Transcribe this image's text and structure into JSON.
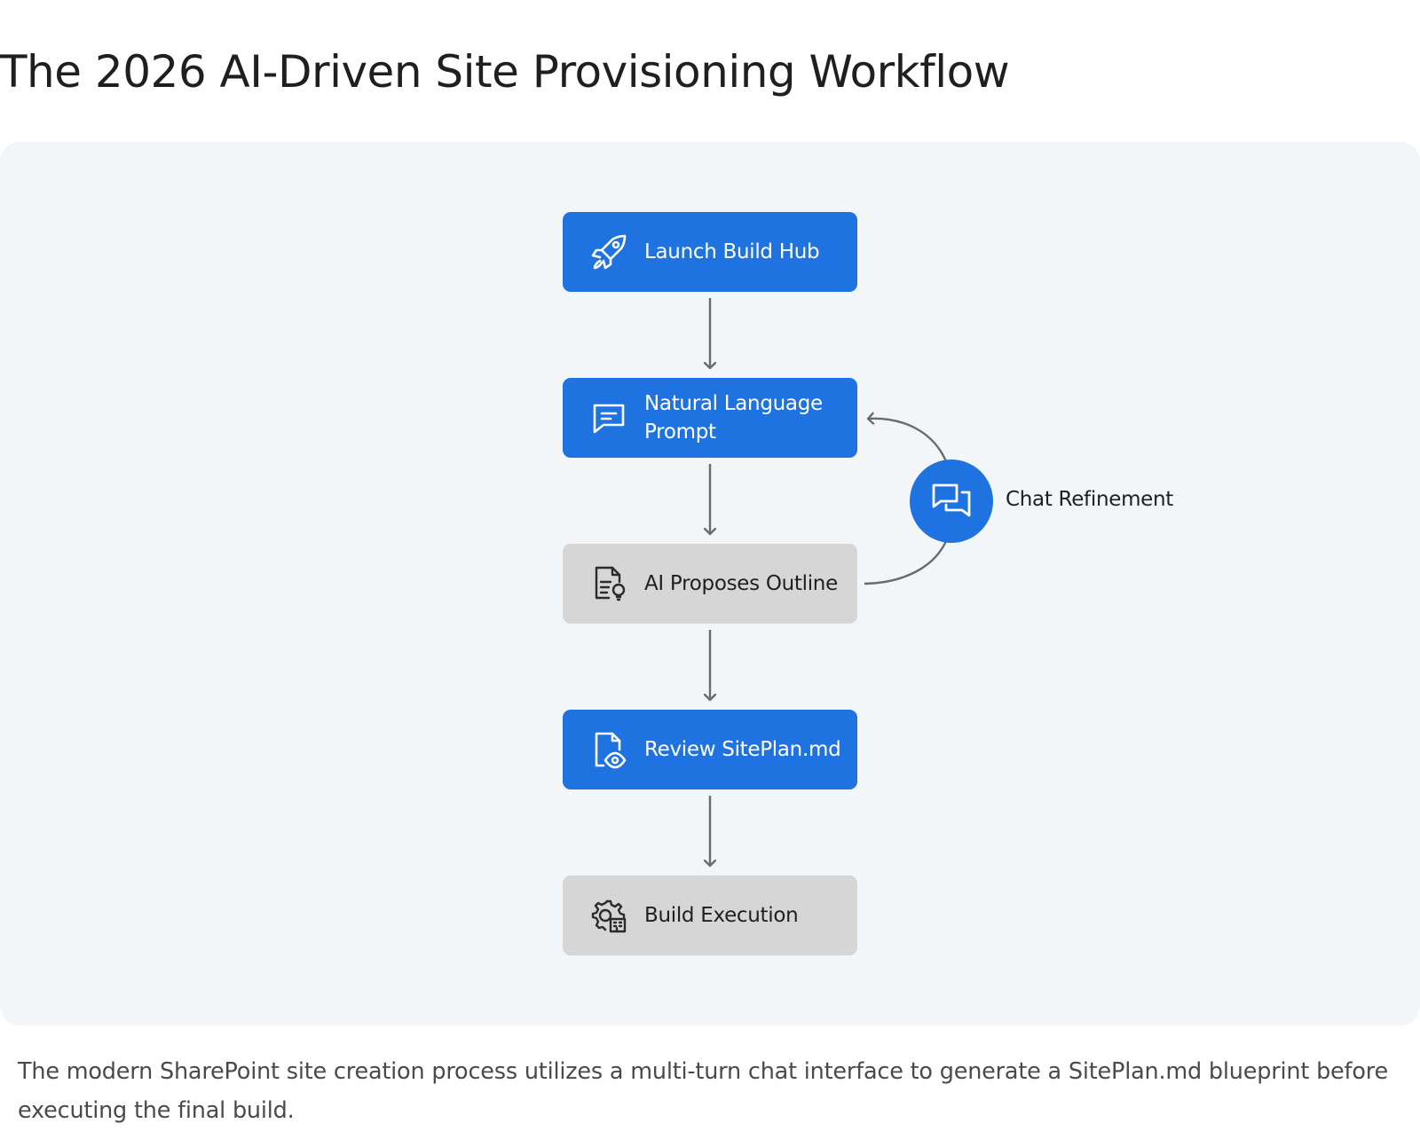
{
  "title": "The 2026 AI-Driven Site Provisioning Workflow",
  "caption": "The modern SharePoint site creation process utilizes a multi-turn chat interface to generate a SitePlan.md blueprint before executing the final build.",
  "colors": {
    "accent_blue": "#1f73e0",
    "neutral_gray": "#d6d6d6",
    "panel_background": "#f2f6f9",
    "connector": "#6b6b6b"
  },
  "diagram": {
    "nodes": [
      {
        "id": "launch",
        "label": "Launch Build Hub",
        "style": "blue",
        "icon": "rocket-icon"
      },
      {
        "id": "prompt",
        "label": "Natural Language\nPrompt",
        "style": "blue",
        "icon": "message-square-icon"
      },
      {
        "id": "outline",
        "label": "AI Proposes Outline",
        "style": "gray",
        "icon": "document-lightbulb-icon"
      },
      {
        "id": "review",
        "label": "Review SitePlan.md",
        "style": "blue",
        "icon": "document-eye-icon"
      },
      {
        "id": "build",
        "label": "Build Execution",
        "style": "gray",
        "icon": "gear-building-icon"
      }
    ],
    "edges": [
      {
        "from": "launch",
        "to": "prompt"
      },
      {
        "from": "prompt",
        "to": "outline"
      },
      {
        "from": "outline",
        "to": "review"
      },
      {
        "from": "review",
        "to": "build"
      },
      {
        "from": "outline",
        "to": "prompt",
        "via": "chat_refinement"
      }
    ],
    "loop": {
      "label": "Chat Refinement",
      "icon": "chat-bubbles-icon"
    }
  }
}
